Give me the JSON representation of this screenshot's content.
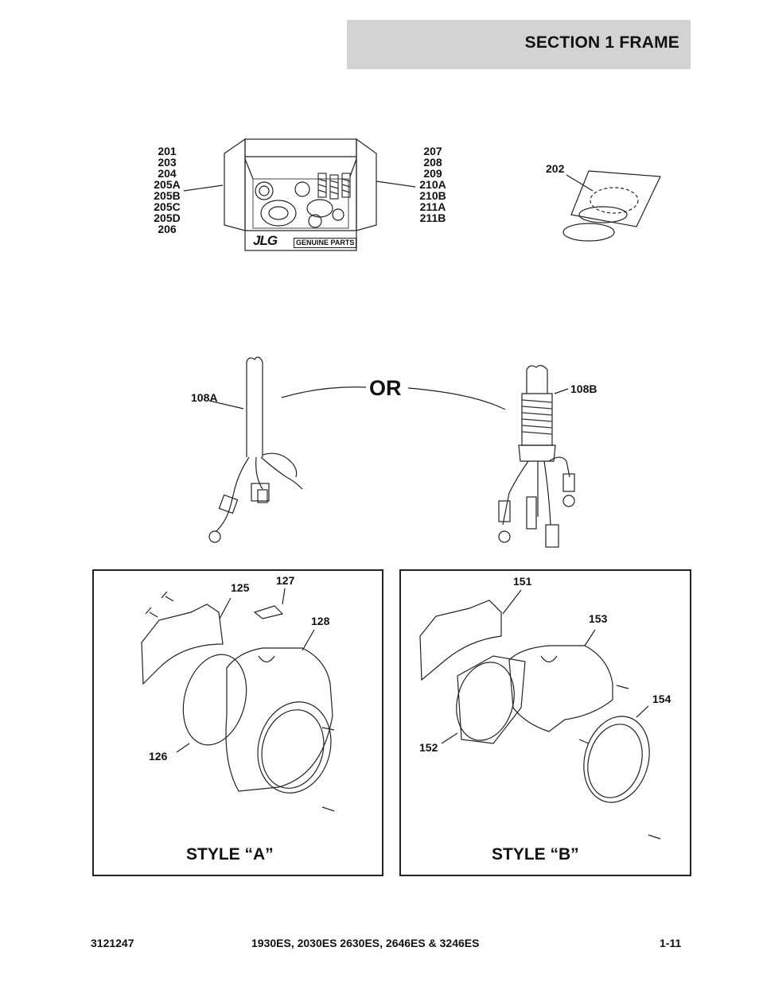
{
  "header": {
    "section_title": "SECTION 1  FRAME"
  },
  "kit": {
    "left_callouts": "201\n203\n204\n205A\n205B\n205C\n205D\n206",
    "right_callouts": "207\n208\n209\n210A\n210B\n211A\n211B",
    "box_logo": "JLG",
    "box_label": "GENUINE PARTS",
    "bag_callout": "202"
  },
  "harness": {
    "left_callout": "108A",
    "right_callout": "108B",
    "or_label": "OR"
  },
  "style_a": {
    "label": "STYLE “A”",
    "callouts": {
      "c125": "125",
      "c127": "127",
      "c128": "128",
      "c126": "126"
    }
  },
  "style_b": {
    "label": "STYLE “B”",
    "callouts": {
      "c151": "151",
      "c153": "153",
      "c154": "154",
      "c152": "152"
    }
  },
  "footer": {
    "doc_number": "3121247",
    "models": "1930ES, 2030ES 2630ES, 2646ES & 3246ES",
    "page": "1-11"
  }
}
